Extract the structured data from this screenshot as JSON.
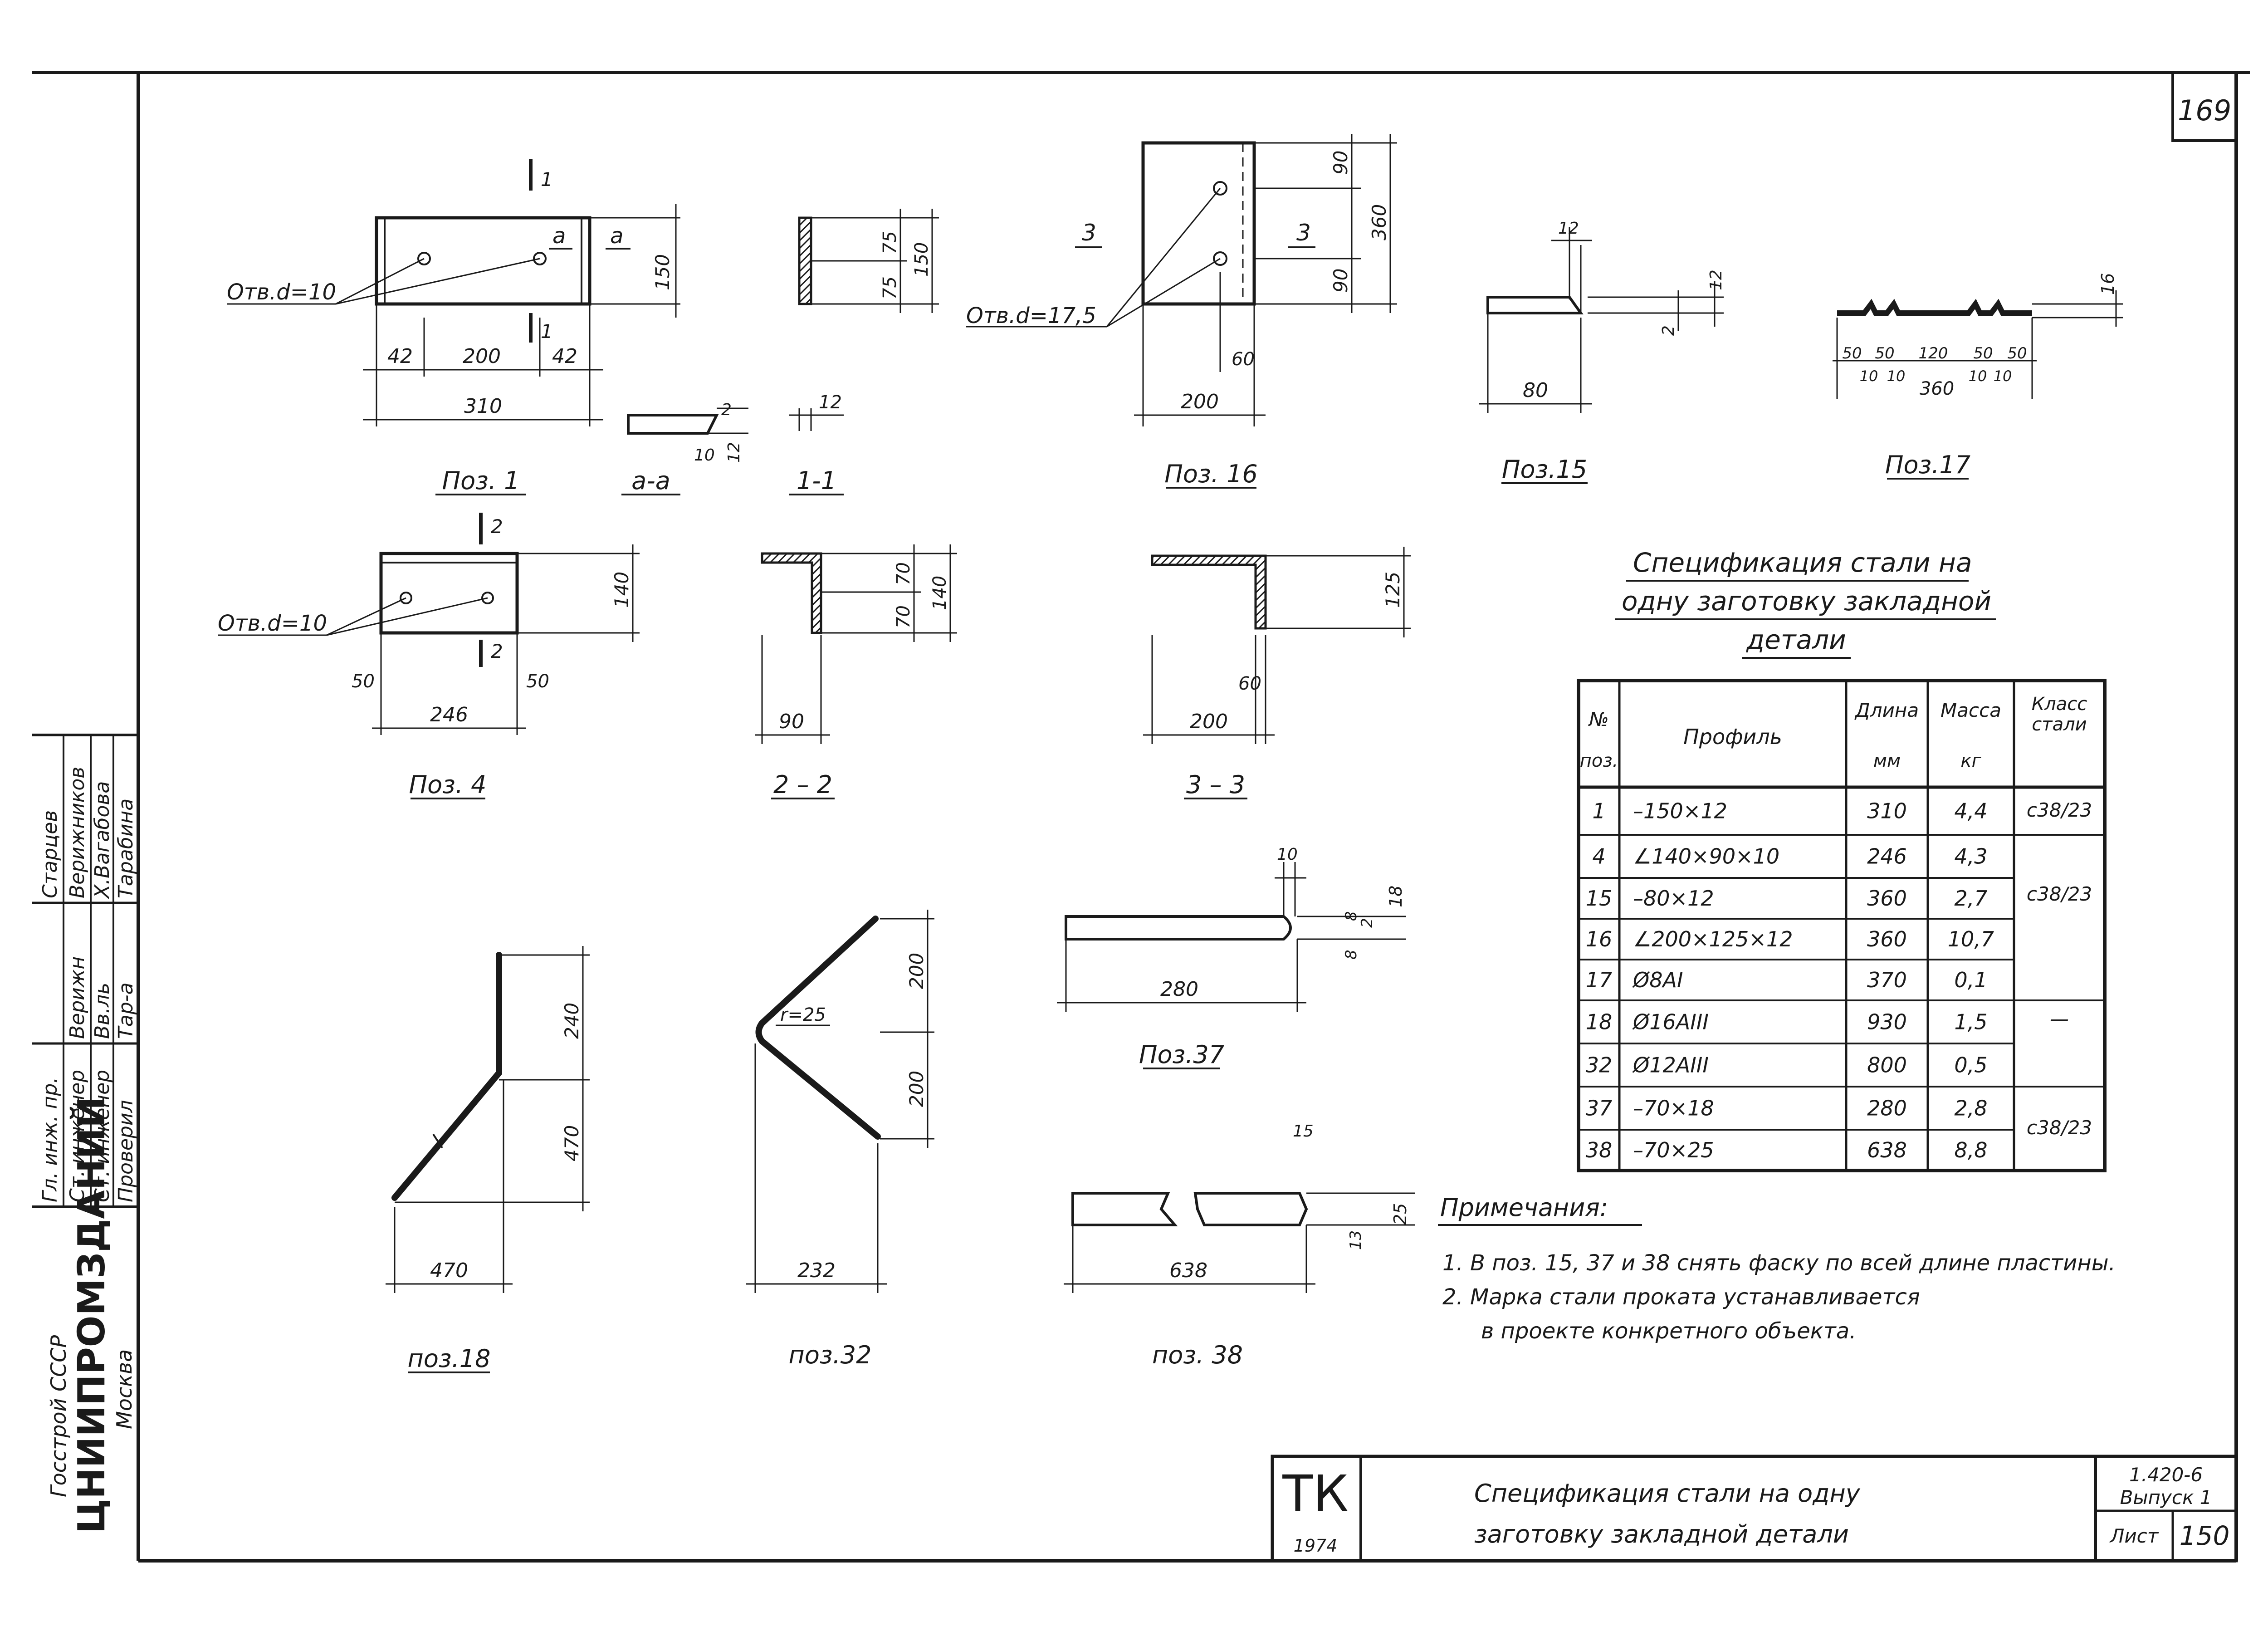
{
  "sheet_number": "169",
  "details": {
    "poz1": {
      "label": "Поз. 1",
      "hole": "Отв.d=10",
      "dims": [
        "42",
        "200",
        "42",
        "310",
        "150"
      ],
      "section_mark": "1",
      "cut_mark": "a"
    },
    "section_aa": {
      "label": "a-a",
      "dims": [
        "2",
        "10",
        "12"
      ]
    },
    "section_11": {
      "label": "1-1",
      "dims": [
        "75",
        "75",
        "150",
        "12"
      ]
    },
    "poz16": {
      "label": "Поз. 16",
      "hole": "Отв.d=17,5",
      "dims": [
        "90",
        "90",
        "360",
        "60",
        "200"
      ],
      "section_mark": "3"
    },
    "poz15": {
      "label": "Поз.15",
      "dims": [
        "12",
        "12",
        "2",
        "80"
      ]
    },
    "poz17": {
      "label": "Поз.17",
      "dims": [
        "16",
        "50",
        "50",
        "120",
        "50",
        "50",
        "10",
        "10",
        "360",
        "10",
        "10"
      ]
    },
    "poz4": {
      "label": "Поз. 4",
      "hole": "Отв.d=10",
      "dims": [
        "140",
        "50",
        "50",
        "246"
      ],
      "section_mark": "2"
    },
    "section_22": {
      "label": "2 – 2",
      "dims": [
        "70",
        "70",
        "140",
        "90"
      ]
    },
    "section_33": {
      "label": "3 – 3",
      "dims": [
        "125",
        "60",
        "200"
      ]
    },
    "poz37": {
      "label": "Поз.37",
      "dims": [
        "10",
        "8",
        "2",
        "8",
        "18",
        "280"
      ]
    },
    "poz38": {
      "label": "поз. 38",
      "dims": [
        "15",
        "25",
        "13",
        "638"
      ]
    },
    "poz18": {
      "label": "поз.18",
      "dims": [
        "240",
        "470",
        "470"
      ]
    },
    "poz32": {
      "label": "поз.32",
      "dims": [
        "200",
        "200",
        "232",
        "r=25"
      ]
    }
  },
  "spec_title": [
    "Спецификация стали на",
    "одну заготовку закладной",
    "детали"
  ],
  "spec_table": {
    "headers": {
      "pos": "№",
      "pos2": "поз.",
      "profile": "Профиль",
      "length": "Длина",
      "length_unit": "мм",
      "mass": "Масса",
      "mass_unit": "кг",
      "cls": "Класс",
      "cls2": "стали"
    },
    "rows": [
      {
        "pos": "1",
        "profile": "–150×12",
        "length": "310",
        "mass": "4,4"
      },
      {
        "pos": "4",
        "profile": "∠140×90×10",
        "length": "246",
        "mass": "4,3"
      },
      {
        "pos": "15",
        "profile": "–80×12",
        "length": "360",
        "mass": "2,7"
      },
      {
        "pos": "16",
        "profile": "∠200×125×12",
        "length": "360",
        "mass": "10,7"
      },
      {
        "pos": "17",
        "profile": "Ø8AI",
        "length": "370",
        "mass": "0,1"
      },
      {
        "pos": "18",
        "profile": "Ø16AIII",
        "length": "930",
        "mass": "1,5"
      },
      {
        "pos": "32",
        "profile": "Ø12AIII",
        "length": "800",
        "mass": "0,5"
      },
      {
        "pos": "37",
        "profile": "–70×18",
        "length": "280",
        "mass": "2,8"
      },
      {
        "pos": "38",
        "profile": "–70×25",
        "length": "638",
        "mass": "8,8"
      }
    ],
    "class_groups": [
      "с38/23",
      "с38/23",
      "—",
      "с38/23"
    ]
  },
  "notes": {
    "title": "Примечания:",
    "items": [
      "1. В поз. 15, 37 и 38 снять фаску по всей длине пластины.",
      "2. Марка стали проката устанавливается",
      "в проекте конкретного объекта."
    ]
  },
  "stamp": {
    "org_ministry": "Госстрой СССР",
    "org_name": "ЦНИИПРОМЗДАНИЙ",
    "org_city": "Москва",
    "roles": [
      "Гл. инж. пр.",
      "Ст. инженер",
      "Ст. инженер",
      "Проверил"
    ],
    "names": [
      "Старцев",
      "Верижников",
      "Х.Вагабова",
      "Тарабина"
    ],
    "signatures": [
      "Верижн",
      "Вв.ль",
      "Тар-а"
    ]
  },
  "title_block": {
    "mark": "ТК",
    "year": "1974",
    "title_line1": "Спецификация стали на одну",
    "title_line2": "заготовку закладной детали",
    "series": "1.420-6",
    "issue": "Выпуск 1",
    "sheet_label": "Лист",
    "sheet_no": "150"
  }
}
